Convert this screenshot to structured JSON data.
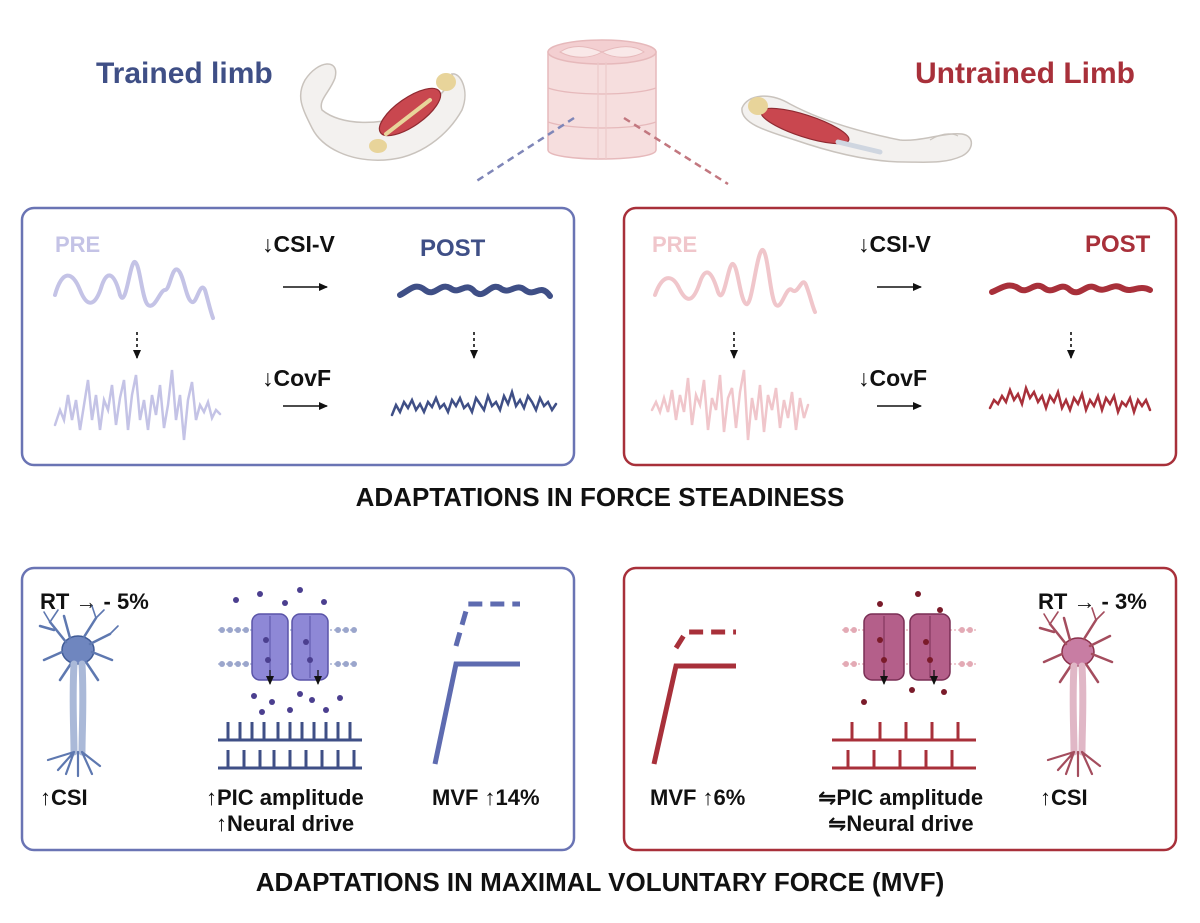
{
  "colors": {
    "trained": "#3f4f86",
    "trained_light": "#c4c3e6",
    "trained_mid": "#5e6bb0",
    "trained_box": "#6a74b4",
    "untrained": "#a8303a",
    "untrained_light": "#f0c6cb",
    "untrained_mid": "#c05a72",
    "untrained_box": "#a8303a",
    "text": "#111111"
  },
  "top": {
    "trained_label": "Trained limb",
    "untrained_label": "Untrained Limb"
  },
  "steadiness": {
    "title": "ADAPTATIONS IN FORCE STEADINESS",
    "trained": {
      "pre": "PRE",
      "post": "POST",
      "csi_label": "↓CSI-V",
      "covf_label": "↓CovF"
    },
    "untrained": {
      "pre": "PRE",
      "post": "POST",
      "csi_label": "↓CSI-V",
      "covf_label": "↓CovF"
    }
  },
  "mvf": {
    "title": "ADAPTATIONS IN MAXIMAL VOLUNTARY FORCE (MVF)",
    "trained": {
      "rt_label": "RT → - 5%",
      "csi_label": "↑CSI",
      "pic_label": "↑PIC amplitude",
      "drive_label": "↑Neural drive",
      "mvf_label": "MVF ↑14%"
    },
    "untrained": {
      "rt_label": "RT → - 3%",
      "csi_label": "↑CSI",
      "pic_label": "⇋PIC amplitude",
      "drive_label": "⇋Neural drive",
      "mvf_label": "MVF ↑6%"
    }
  }
}
